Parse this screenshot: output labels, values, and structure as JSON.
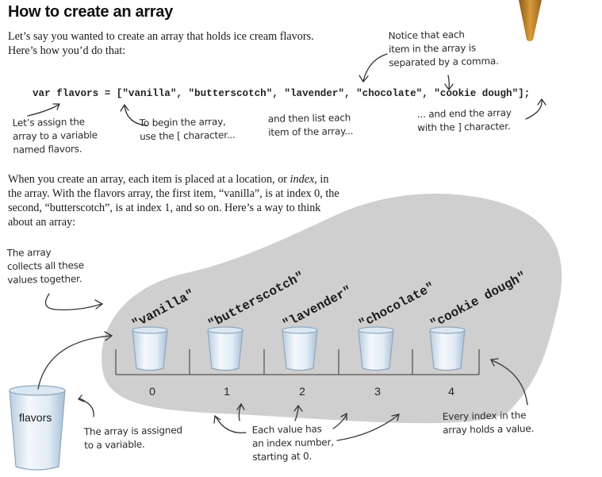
{
  "title": "How to create an array",
  "intro": {
    "line1": "Let’s say you wanted to create an array that holds ice cream flavors.",
    "line2": "Here’s how you’d do that:"
  },
  "code": "var flavors = [\"vanilla\", \"butterscotch\", \"lavender\", \"chocolate\", \"cookie dough\"];",
  "notes": {
    "comma": [
      "Notice that each",
      "item in the array is",
      "separated by a comma."
    ],
    "assign": [
      "Let’s assign the",
      "array to a variable",
      "named flavors."
    ],
    "begin": [
      "To begin the array,",
      "use the [ character..."
    ],
    "list": [
      "and then list each",
      "item of the array..."
    ],
    "end": [
      "... and end the array",
      "with the ] character."
    ],
    "collect": [
      "The array",
      "collects all these",
      "values together."
    ],
    "assigned": [
      "The array is assigned",
      "to a variable."
    ],
    "index_number": [
      "Each value has",
      "an index number,",
      "starting at 0."
    ],
    "every_index": [
      "Every index in the",
      "array holds a value."
    ]
  },
  "body": {
    "line1_a": "When you create an array, each item is placed at a location, or ",
    "line1_em": "index",
    "line1_b": ", in",
    "line2": "the array. With the flavors array, the first item, “vanilla”, is at index 0, the",
    "line3": "second, “butterscotch”, is at  index 1, and so on. Here’s a way to think",
    "line4": "about an array:"
  },
  "flavors": [
    "\"vanilla\"",
    "\"butterscotch\"",
    "\"lavender\"",
    "\"chocolate\"",
    "\"cookie dough\""
  ],
  "indices": [
    "0",
    "1",
    "2",
    "3",
    "4"
  ],
  "variable_label": "flavors",
  "colors": {
    "blob": "#cfcfcf",
    "cup_glass": "#e8f1f9",
    "cup_shade": "#9fb8cf",
    "cone": "#c98a2e"
  },
  "icons": [
    "ice-cream-cone-icon",
    "cup-icon"
  ]
}
